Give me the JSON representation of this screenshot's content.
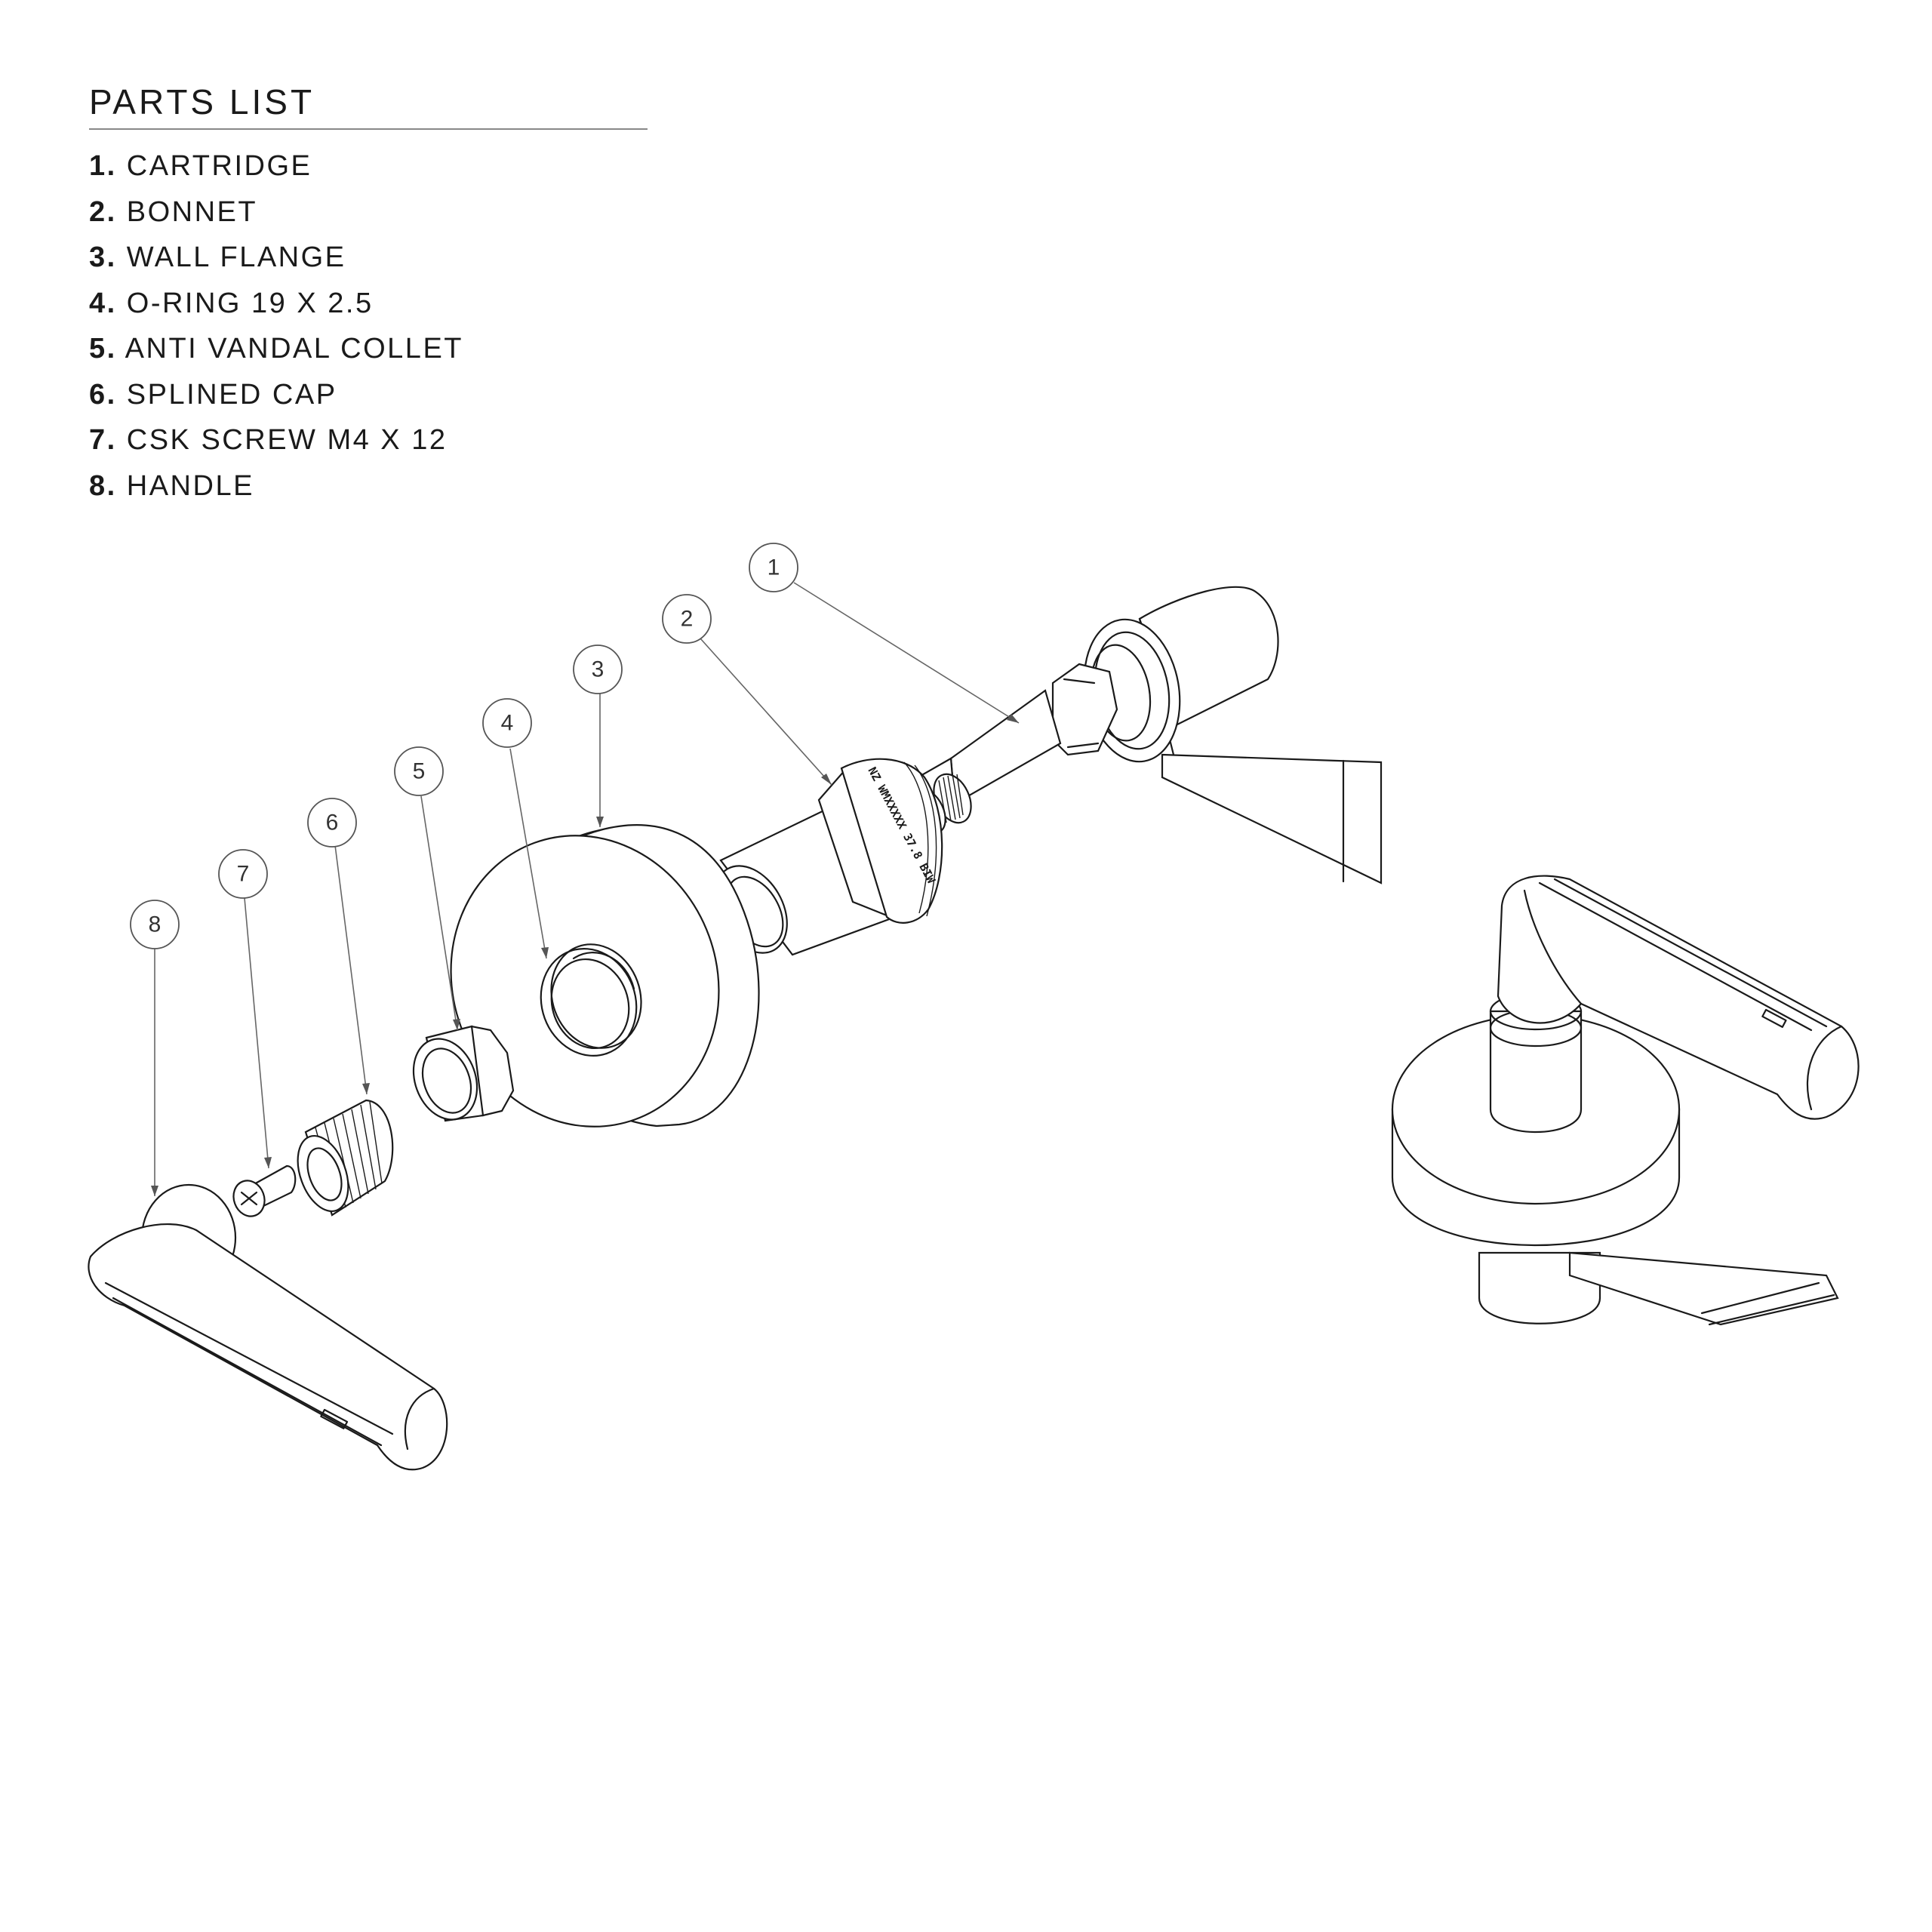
{
  "parts_list": {
    "title": "PARTS LIST",
    "items": [
      {
        "num": "1.",
        "name": "CARTRIDGE"
      },
      {
        "num": "2.",
        "name": "BONNET"
      },
      {
        "num": "3.",
        "name": "WALL FLANGE"
      },
      {
        "num": "4.",
        "name": "O-RING 19 X 2.5"
      },
      {
        "num": "5.",
        "name": "ANTI VANDAL COLLET"
      },
      {
        "num": "6.",
        "name": "SPLINED CAP"
      },
      {
        "num": "7.",
        "name": "CSK SCREW M4 X 12"
      },
      {
        "num": "8.",
        "name": "HANDLE"
      }
    ]
  },
  "callouts": [
    "1",
    "2",
    "3",
    "4",
    "5",
    "6",
    "7",
    "8"
  ],
  "bonnet_marking": "NZ WMXXXXX 37.8 BIW",
  "line_color": "#1a1a1a"
}
